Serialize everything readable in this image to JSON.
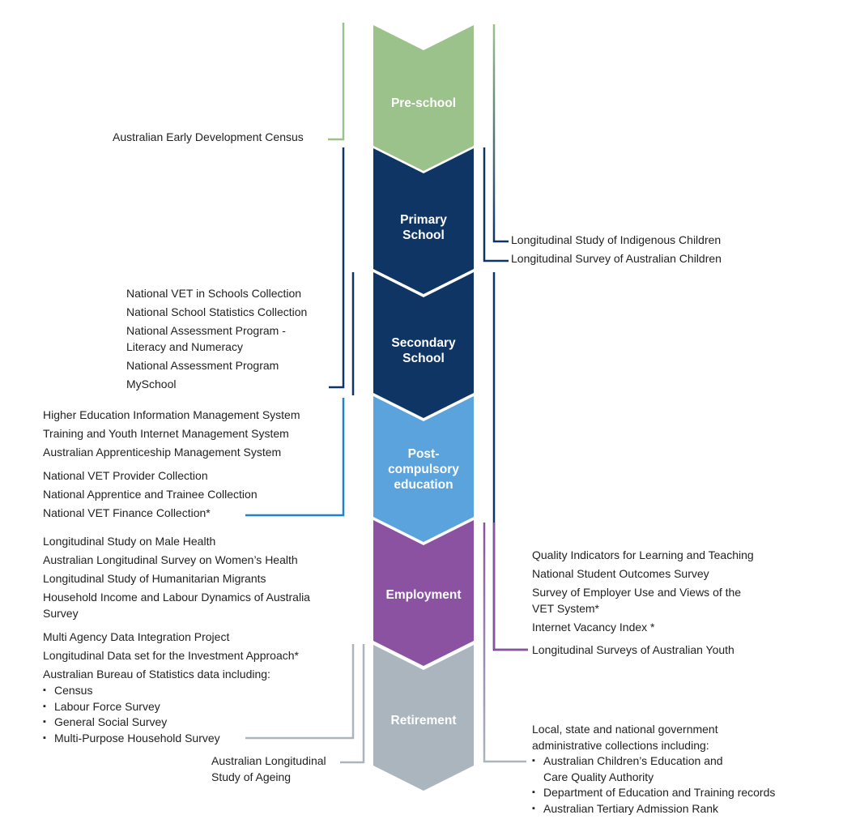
{
  "stages": [
    {
      "label": "Pre-school",
      "color": "#9bc28a"
    },
    {
      "label": "Primary\nSchool",
      "color": "#0f3565"
    },
    {
      "label": "Secondary\nSchool",
      "color": "#0f3565"
    },
    {
      "label": "Post-\ncompulsory\neducation",
      "color": "#5ba3dc"
    },
    {
      "label": "Employment",
      "color": "#8a52a1"
    },
    {
      "label": "Retirement",
      "color": "#aab5be"
    }
  ],
  "left": {
    "preschool": "Australian Early Development Census",
    "secondary": [
      "National VET in Schools Collection",
      "National School Statistics Collection",
      "National Assessment Program -\nLiteracy and Numeracy",
      "National Assessment Program",
      "MySchool"
    ],
    "postcomp_a": [
      "Higher Education Information Management System",
      "Training and Youth Internet Management System",
      "Australian Apprenticeship Management System"
    ],
    "postcomp_b": [
      "National VET Provider Collection",
      "National Apprentice and Trainee Collection",
      "National VET Finance Collection*"
    ],
    "employment_a": [
      "Longitudinal Study on Male Health",
      "Australian Longitudinal Survey on Women’s Health",
      "Longitudinal Study of Humanitarian Migrants",
      "Household Income and Labour Dynamics of Australia\nSurvey"
    ],
    "employment_b": [
      "Multi Agency Data Integration Project",
      "Longitudinal Data set for the Investment Approach*",
      "Australian Bureau of Statistics data including:"
    ],
    "abs_bullets": [
      "Census",
      "Labour Force Survey",
      "General Social Survey",
      "Multi-Purpose Household Survey"
    ],
    "ageing": "Australian Longitudinal\nStudy of Ageing"
  },
  "right": {
    "primary": [
      "Longitudinal Study of Indigenous Children",
      "Longitudinal Survey of Australian Children"
    ],
    "employment": [
      "Quality Indicators for Learning and Teaching",
      "National Student Outcomes Survey",
      "Survey of Employer Use and Views of the\nVET System*",
      "Internet Vacancy Index *"
    ],
    "lsay": "Longitudinal Surveys of Australian Youth",
    "admin_intro": "Local, state and national government\nadministrative collections including:",
    "admin_bullets": [
      "Australian Children’s Education and\nCare Quality Authority",
      "Department of Education and Training records",
      "Australian Tertiary Admission Rank"
    ]
  }
}
